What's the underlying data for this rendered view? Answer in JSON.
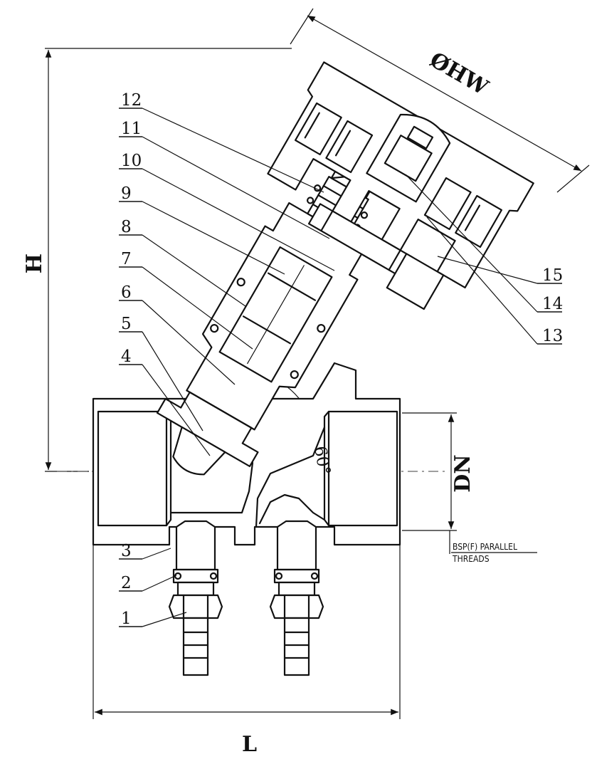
{
  "part_labels": [
    "1",
    "2",
    "3",
    "4",
    "5",
    "6",
    "7",
    "8",
    "9",
    "10",
    "11",
    "12",
    "13",
    "14",
    "15"
  ],
  "dimensions": {
    "height": "H",
    "length": "L",
    "nominal_diameter": "DN",
    "handwheel_diameter": "ØHW",
    "angle": "60°"
  },
  "thread_note": {
    "line1": "BSP(F) PARALLEL",
    "line2": "THREADS"
  }
}
